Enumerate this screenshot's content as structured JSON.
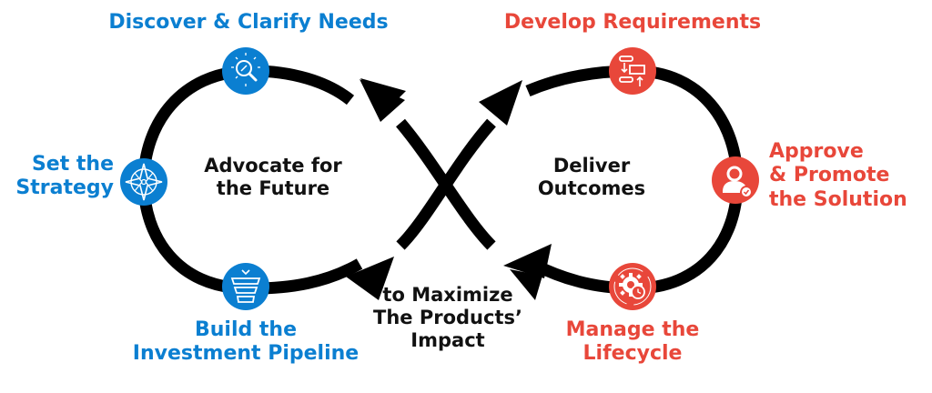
{
  "colors": {
    "advocate": "#0b7fd1",
    "deliver": "#e8473a",
    "loop": "#000000",
    "icon_glyph": "#ffffff"
  },
  "left_loop": {
    "title_lines": [
      "Advocate for",
      "the Future"
    ],
    "stages": [
      {
        "id": "discover",
        "lines": [
          "Discover & Clarify Needs"
        ],
        "icon": "magnifier-compass-icon"
      },
      {
        "id": "strategy",
        "lines": [
          "Set the",
          "Strategy"
        ],
        "icon": "compass-rose-icon"
      },
      {
        "id": "pipeline",
        "lines": [
          "Build the",
          "Investment Pipeline"
        ],
        "icon": "funnel-icon"
      }
    ]
  },
  "right_loop": {
    "title_lines": [
      "Deliver",
      "Outcomes"
    ],
    "stages": [
      {
        "id": "requirements",
        "lines": [
          "Develop Requirements"
        ],
        "icon": "workflow-icon"
      },
      {
        "id": "approve",
        "lines": [
          "Approve",
          "& Promote",
          "the Solution"
        ],
        "icon": "user-check-icon"
      },
      {
        "id": "lifecycle",
        "lines": [
          "Manage the",
          "Lifecycle"
        ],
        "icon": "gear-clock-icon"
      }
    ]
  },
  "center": {
    "caption_lines": [
      "to Maximize",
      "The Products’",
      "Impact"
    ]
  }
}
